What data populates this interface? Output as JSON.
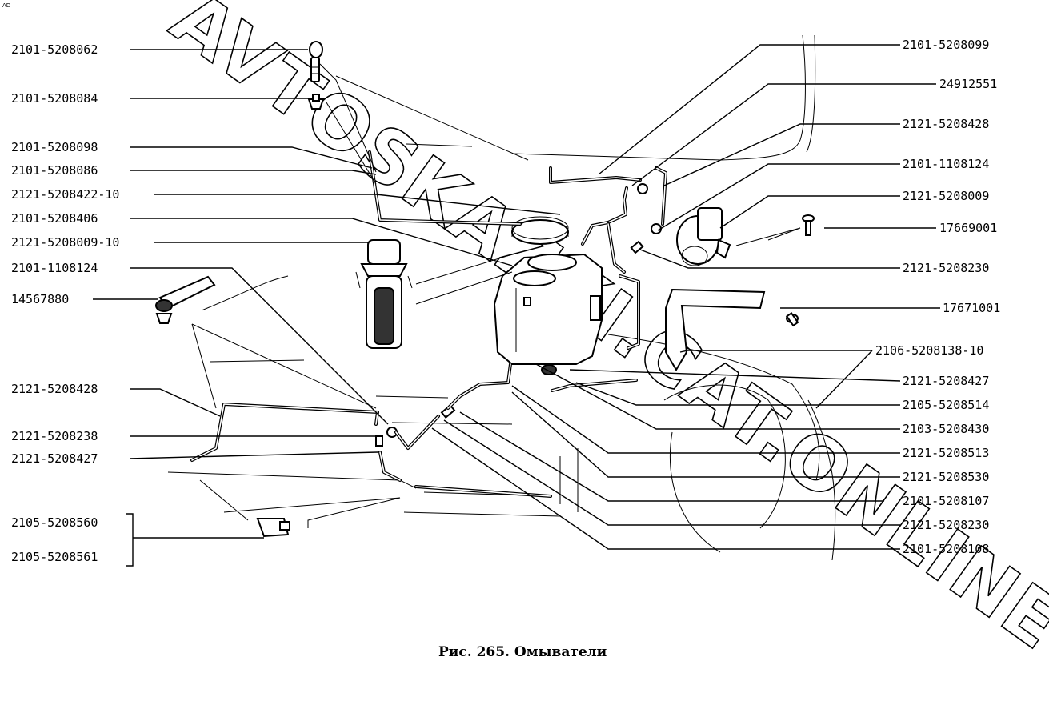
{
  "corner_mark": "AD",
  "caption": "Рис. 265. Омыватели",
  "watermark": "AVTOSKAZKI.CAT.ONLINE",
  "left_labels": [
    "2101-5208062",
    "2101-5208084",
    "2101-5208098",
    "2101-5208086",
    "2121-5208422-10",
    "2101-5208406",
    "2121-5208009-10",
    "2101-1108124",
    "14567880",
    "2121-5208428",
    "2121-5208238",
    "2121-5208427",
    "2105-5208560",
    "2105-5208561"
  ],
  "right_labels": [
    "2101-5208099",
    "24912551",
    "2121-5208428",
    "2101-1108124",
    "2121-5208009",
    "17669001",
    "2121-5208230",
    "17671001",
    "2106-5208138-10",
    "2121-5208427",
    "2105-5208514",
    "2103-5208430",
    "2121-5208513",
    "2121-5208530",
    "2101-5208107",
    "2121-5208230",
    "2101-5208108"
  ]
}
